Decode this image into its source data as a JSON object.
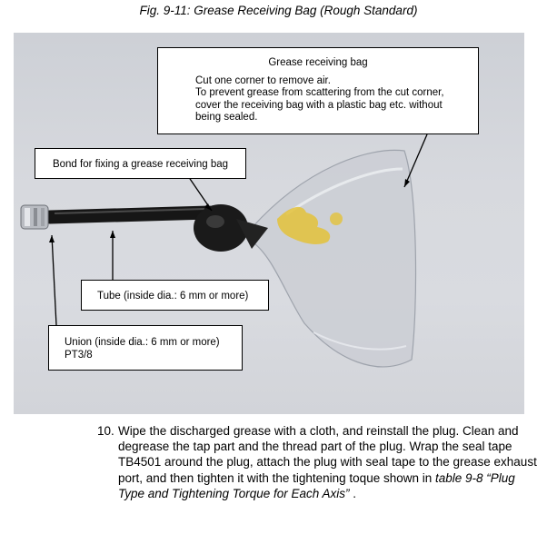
{
  "figure": {
    "caption": "Fig. 9-11: Grease Receiving Bag (Rough Standard)"
  },
  "callouts": {
    "bag_title": "Grease receiving bag",
    "bag_body": "Cut one corner to remove air.\nTo prevent grease from scattering from the cut corner,\ncover the receiving bag with a plastic bag etc. without\nbeing sealed.",
    "bond": "Bond for fixing a grease receiving bag",
    "tube": "Tube (inside dia.: 6 mm or more)",
    "union_line1": "Union (inside dia.: 6 mm or more)",
    "union_line2": "PT3/8"
  },
  "step": {
    "number": "10.",
    "text_before": "Wipe the discharged grease with a cloth, and reinstall the plug.  Clean and degrease the tap part and the thread part of the plug.  Wrap the seal tape TB4501 around the plug, attach the plug with seal tape to the grease exhaust port, and then tighten it with the tightening toque shown in ",
    "reference": "table 9-8  “Plug Type and Tightening Torque for Each Axis” ",
    "text_after": "."
  },
  "colors": {
    "photo_background": "#d7d9de",
    "tube": "#161616",
    "bag_film": "#c9ccd3",
    "grease": "#e3c23a"
  }
}
